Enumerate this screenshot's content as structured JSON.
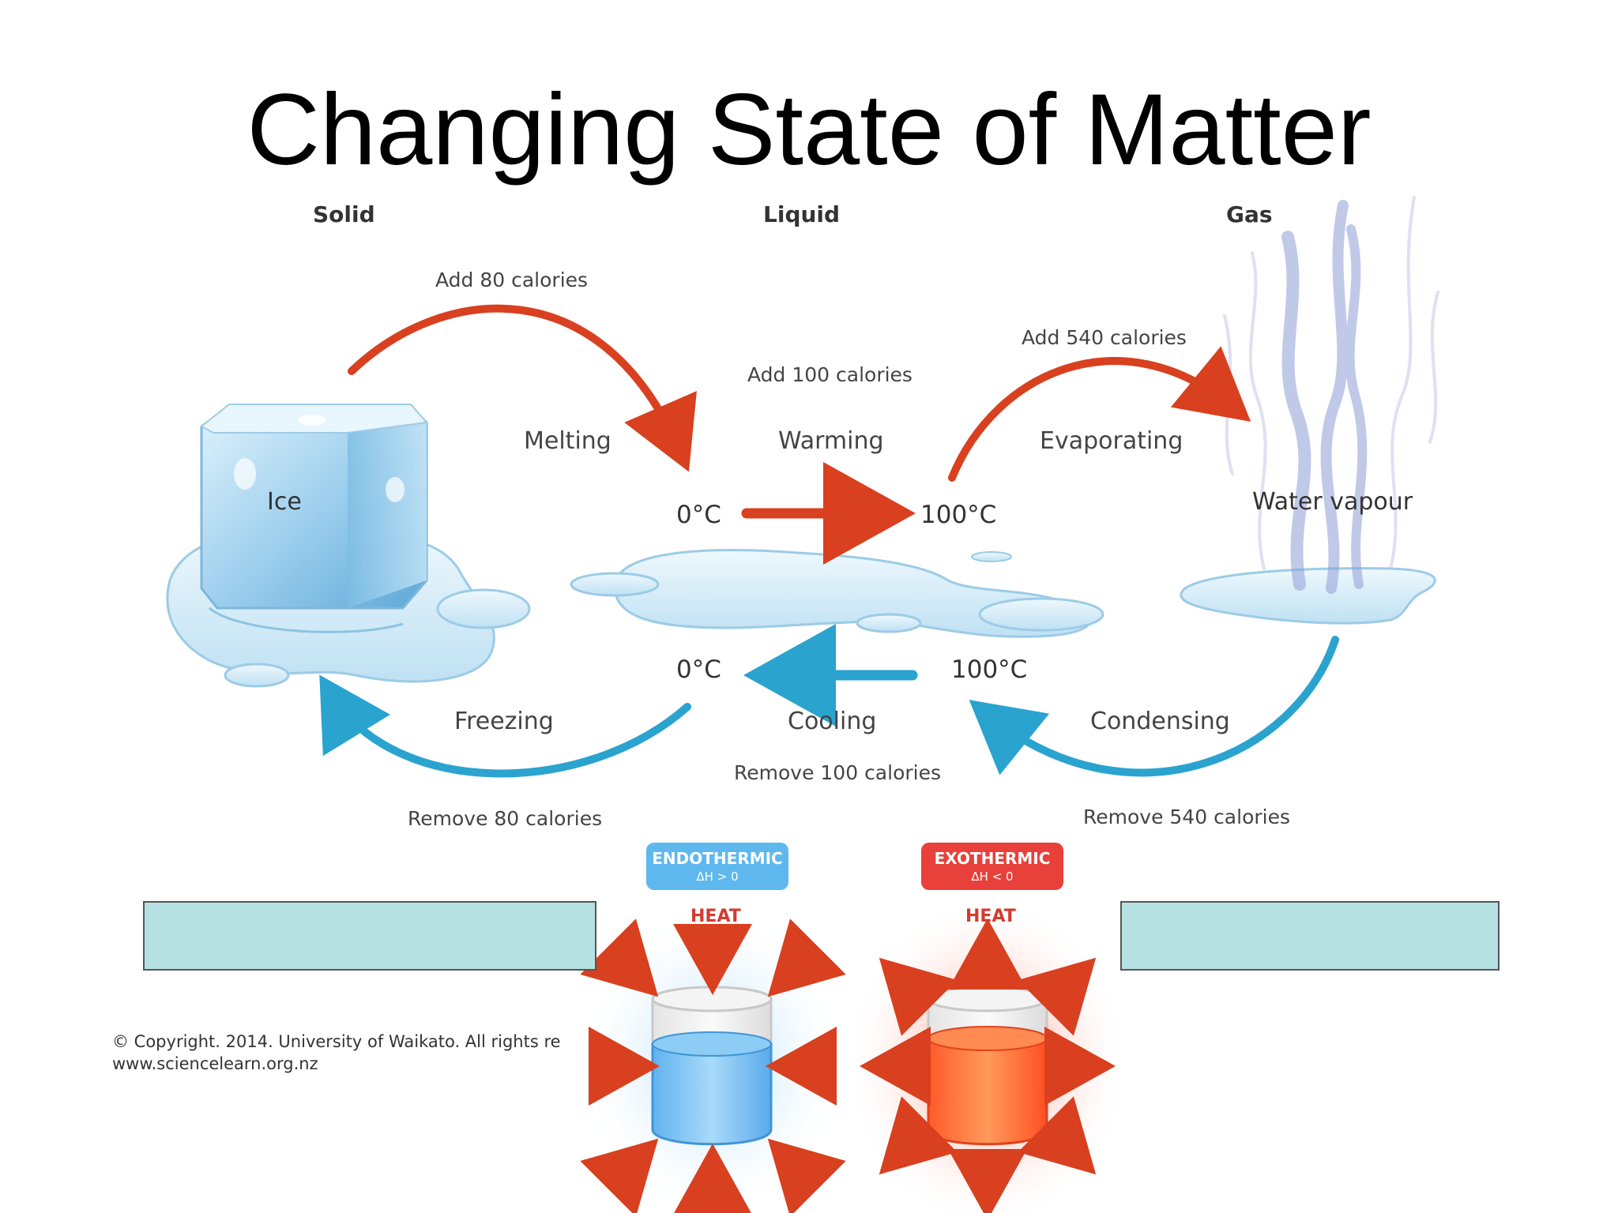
{
  "title": "Changing State of Matter",
  "states": {
    "solid": "Solid",
    "liquid": "Liquid",
    "gas": "Gas"
  },
  "labels": {
    "ice": "Ice",
    "water_vapour": "Water vapour"
  },
  "processes": {
    "melting": {
      "name": "Melting",
      "energy": "Add 80 calories"
    },
    "warming": {
      "name": "Warming",
      "energy": "Add 100 calories"
    },
    "evaporating": {
      "name": "Evaporating",
      "energy": "Add 540 calories"
    },
    "freezing": {
      "name": "Freezing",
      "energy": "Remove 80 calories"
    },
    "cooling": {
      "name": "Cooling",
      "energy": "Remove 100 calories"
    },
    "condensing": {
      "name": "Condensing",
      "energy": "Remove 540 calories"
    }
  },
  "temperatures": {
    "warm_start": "0°C",
    "warm_end": "100°C",
    "cool_start": "100°C",
    "cool_end": "0°C"
  },
  "copyright": {
    "line1": "© Copyright. 2014. University of Waikato. All rights re",
    "line2": "www.sciencelearn.org.nz"
  },
  "endothermic": {
    "label": "ENDOTHERMIC",
    "formula": "ΔH > 0",
    "heat": "HEAT",
    "color": "#5eb8ee"
  },
  "exothermic": {
    "label": "EXOTHERMIC",
    "formula": "ΔH < 0",
    "heat": "HEAT",
    "color": "#e8403a"
  },
  "colors": {
    "warm_arrow": "#d8401f",
    "cool_arrow": "#2aa3cf",
    "bar": "#b6e1e3"
  }
}
